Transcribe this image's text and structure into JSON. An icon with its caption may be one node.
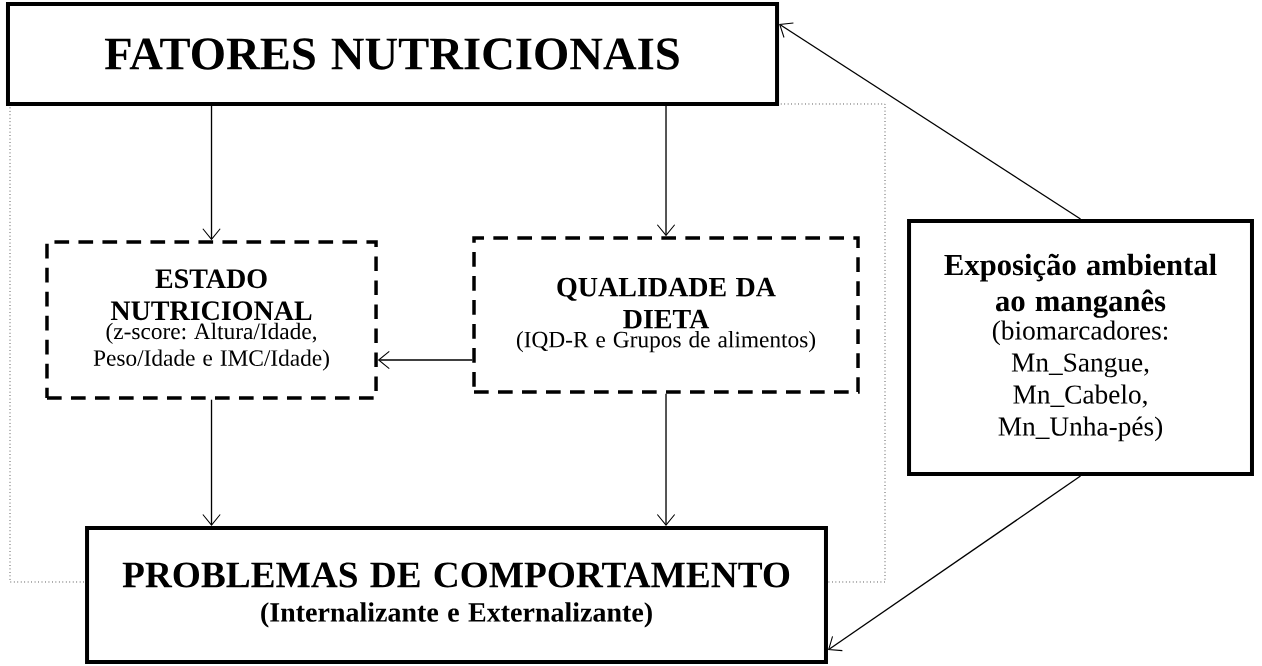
{
  "diagram": {
    "nodes": [
      {
        "text": [
          "FATORES NUTRICIONAIS"
        ]
      },
      {
        "text": [
          "ESTADO NUTRICIONAL",
          "(z-score: Altura/Idade, Peso/Idade e IMC/Idade)"
        ]
      },
      {
        "text": [
          "QUALIDADE DA DIETA",
          "(IQD-R e Grupos de alimentos)"
        ]
      },
      {
        "text": [
          "Exposição ambiental ao manganês",
          "(biomarcadores: Mn_Sangue, Mn_Cabelo, Mn_Unha-pés)"
        ]
      },
      {
        "text": [
          "PROBLEMAS DE COMPORTAMENTO",
          "(Internalizante e Externalizante)"
        ]
      }
    ],
    "edges": [
      {
        "from": 0,
        "to": 1,
        "arrow": "to"
      },
      {
        "from": 0,
        "to": 2,
        "arrow": "to"
      },
      {
        "from": 2,
        "to": 1,
        "arrow": "to"
      },
      {
        "from": 1,
        "to": 4,
        "arrow": "to"
      },
      {
        "from": 2,
        "to": 4,
        "arrow": "to"
      },
      {
        "from": 3,
        "to": 0,
        "arrow": "to"
      },
      {
        "from": 3,
        "to": 4,
        "arrow": "to"
      }
    ]
  }
}
